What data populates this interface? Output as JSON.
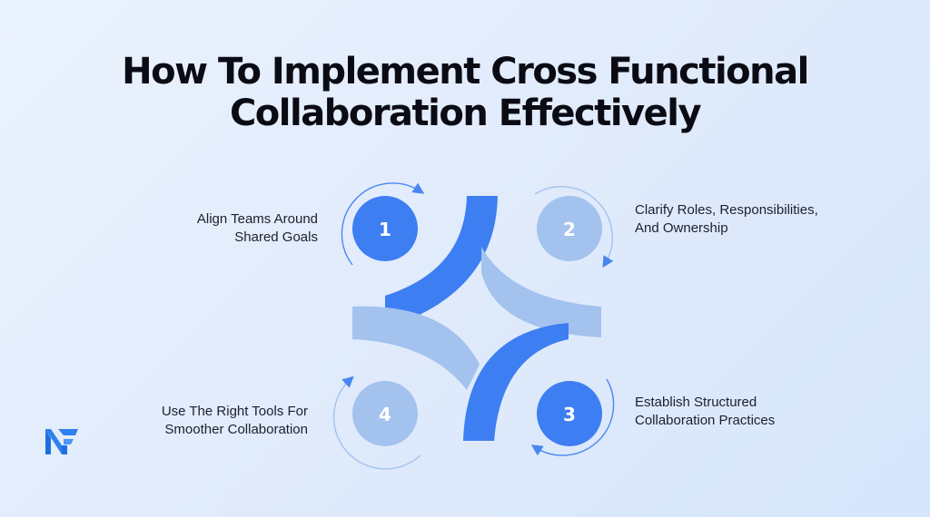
{
  "title": {
    "line1": "How To Implement Cross Functional",
    "line2": "Collaboration Effectively"
  },
  "steps": [
    {
      "number": "1",
      "line1": "Align Teams Around",
      "line2": "Shared Goals"
    },
    {
      "number": "2",
      "line1": "Clarify Roles, Responsibilities,",
      "line2": "And Ownership"
    },
    {
      "number": "3",
      "line1": "Establish Structured",
      "line2": "Collaboration Practices"
    },
    {
      "number": "4",
      "line1": "Use The Right Tools For",
      "line2": "Smoother Collaboration"
    }
  ],
  "colors": {
    "step1": "#3d7ef2",
    "step2": "#a3c2ee",
    "step3": "#3d7ef2",
    "step4": "#a3c2ee",
    "arc": "#4a86f0",
    "brand": "#2f80ed"
  },
  "icons": {
    "logo": "brand-logo-icon",
    "arrows": "circular-arrow-icon"
  }
}
